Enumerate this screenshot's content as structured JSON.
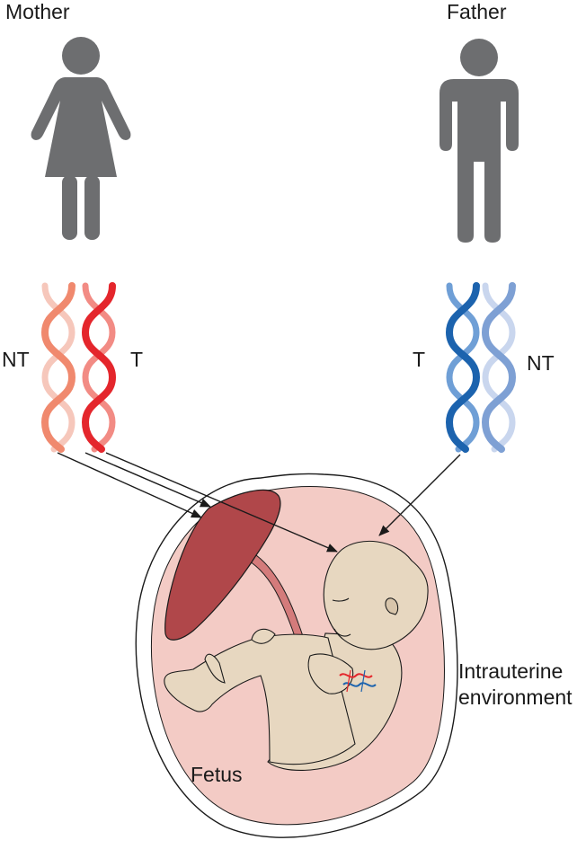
{
  "labels": {
    "mother": "Mother",
    "father": "Father",
    "mother_nt": "NT",
    "mother_t": "T",
    "father_t": "T",
    "father_nt": "NT",
    "environment_line1": "Intrauterine",
    "environment_line2": "environment",
    "fetus": "Fetus"
  },
  "colors": {
    "figure": "#6d6e70",
    "mother_nt_strand": "#f0896e",
    "mother_t_strand": "#e4262c",
    "father_t_strand": "#1c63ae",
    "father_nt_strand": "#7ea0d4",
    "placenta": "#b0474a",
    "uterus": "#f3cbc5",
    "fetus_skin": "#e7d7c0",
    "arrow": "#1a1a1a"
  },
  "icons": [
    "mother-figure-icon",
    "father-figure-icon",
    "dna-helix-icon",
    "placenta-icon",
    "fetus-icon"
  ]
}
